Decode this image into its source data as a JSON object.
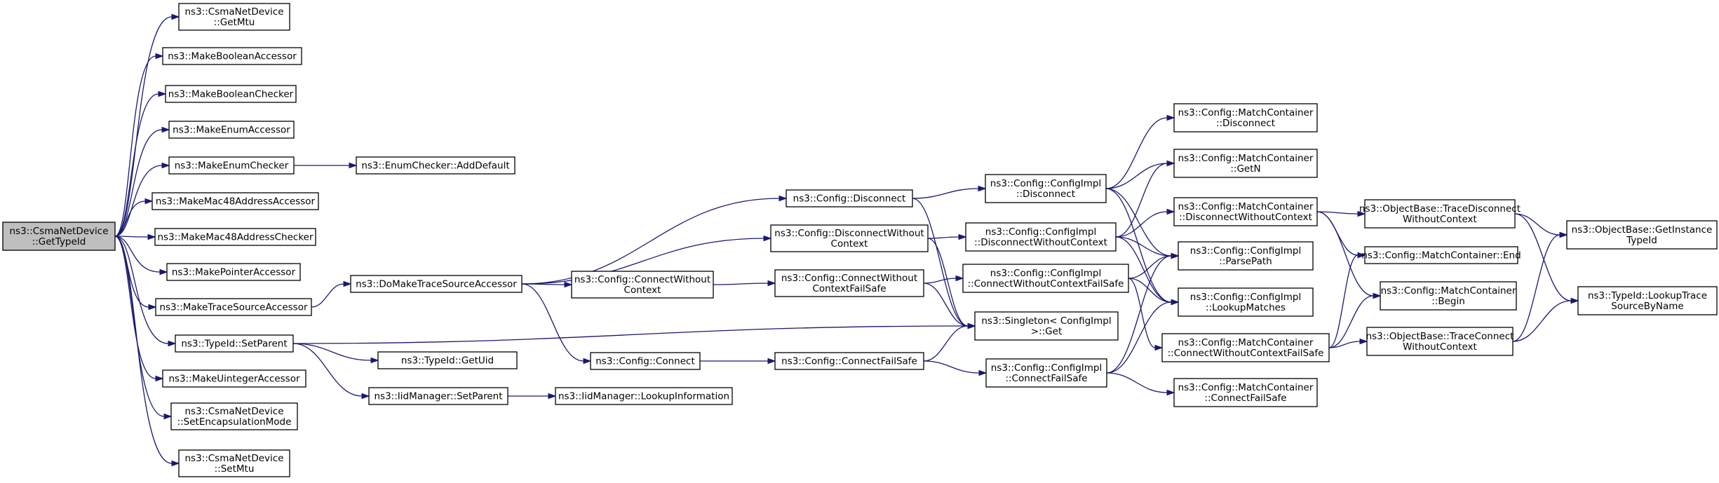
{
  "diagram": {
    "nodes": [
      {
        "id": "root",
        "lines": [
          "ns3::CsmaNetDevice",
          "::GetTypeId"
        ]
      },
      {
        "id": "getmtu",
        "lines": [
          "ns3::CsmaNetDevice",
          "::GetMtu"
        ]
      },
      {
        "id": "boolacc",
        "lines": [
          "ns3::MakeBooleanAccessor"
        ]
      },
      {
        "id": "boolchk",
        "lines": [
          "ns3::MakeBooleanChecker"
        ]
      },
      {
        "id": "enumacc",
        "lines": [
          "ns3::MakeEnumAccessor"
        ]
      },
      {
        "id": "enumchk",
        "lines": [
          "ns3::MakeEnumChecker"
        ]
      },
      {
        "id": "enumadd",
        "lines": [
          "ns3::EnumChecker::AddDefault"
        ]
      },
      {
        "id": "mac48acc",
        "lines": [
          "ns3::MakeMac48AddressAccessor"
        ]
      },
      {
        "id": "mac48chk",
        "lines": [
          "ns3::MakeMac48AddressChecker"
        ]
      },
      {
        "id": "ptracc",
        "lines": [
          "ns3::MakePointerAccessor"
        ]
      },
      {
        "id": "traceacc",
        "lines": [
          "ns3::MakeTraceSourceAccessor"
        ]
      },
      {
        "id": "setparent",
        "lines": [
          "ns3::TypeId::SetParent"
        ]
      },
      {
        "id": "uintacc",
        "lines": [
          "ns3::MakeUintegerAccessor"
        ]
      },
      {
        "id": "setencap",
        "lines": [
          "ns3::CsmaNetDevice",
          "::SetEncapsulationMode"
        ]
      },
      {
        "id": "setmtu",
        "lines": [
          "ns3::CsmaNetDevice",
          "::SetMtu"
        ]
      },
      {
        "id": "domake",
        "lines": [
          "ns3::DoMakeTraceSourceAccessor"
        ]
      },
      {
        "id": "getuid",
        "lines": [
          "ns3::TypeId::GetUid"
        ]
      },
      {
        "id": "iidsetparent",
        "lines": [
          "ns3::IidManager::SetParent"
        ]
      },
      {
        "id": "lookupinfo",
        "lines": [
          "ns3::IidManager::LookupInformation"
        ]
      },
      {
        "id": "cfgdisconnect",
        "lines": [
          "ns3::Config::Disconnect"
        ]
      },
      {
        "id": "cfgdiscwoctx",
        "lines": [
          "ns3::Config::DisconnectWithout",
          "Context"
        ]
      },
      {
        "id": "cfgconnwoctx",
        "lines": [
          "ns3::Config::ConnectWithout",
          "Context"
        ]
      },
      {
        "id": "cfgconnect",
        "lines": [
          "ns3::Config::Connect"
        ]
      },
      {
        "id": "cfgconnwoctxfs",
        "lines": [
          "ns3::Config::ConnectWithout",
          "ContextFailSafe"
        ]
      },
      {
        "id": "cfgconnfs",
        "lines": [
          "ns3::Config::ConnectFailSafe"
        ]
      },
      {
        "id": "implDisconnect",
        "lines": [
          "ns3::Config::ConfigImpl",
          "::Disconnect"
        ]
      },
      {
        "id": "implDiscWoCtx",
        "lines": [
          "ns3::Config::ConfigImpl",
          "::DisconnectWithoutContext"
        ]
      },
      {
        "id": "implConnWoCtxFs",
        "lines": [
          "ns3::Config::ConfigImpl",
          "::ConnectWithoutContextFailSafe"
        ]
      },
      {
        "id": "singleton",
        "lines": [
          "ns3::Singleton< ConfigImpl",
          " >::Get"
        ]
      },
      {
        "id": "implConnFs",
        "lines": [
          "ns3::Config::ConfigImpl",
          "::ConnectFailSafe"
        ]
      },
      {
        "id": "mcDisconnect",
        "lines": [
          "ns3::Config::MatchContainer",
          "::Disconnect"
        ]
      },
      {
        "id": "mcGetN",
        "lines": [
          "ns3::Config::MatchContainer",
          "::GetN"
        ]
      },
      {
        "id": "mcDiscWoCtx",
        "lines": [
          "ns3::Config::MatchContainer",
          "::DisconnectWithoutContext"
        ]
      },
      {
        "id": "parsepath",
        "lines": [
          "ns3::Config::ConfigImpl",
          "::ParsePath"
        ]
      },
      {
        "id": "lookupmatches",
        "lines": [
          "ns3::Config::ConfigImpl",
          "::LookupMatches"
        ]
      },
      {
        "id": "mcConnWoCtxFs",
        "lines": [
          "ns3::Config::MatchContainer",
          "::ConnectWithoutContextFailSafe"
        ]
      },
      {
        "id": "mcConnFs",
        "lines": [
          "ns3::Config::MatchContainer",
          "::ConnectFailSafe"
        ]
      },
      {
        "id": "obTraceDisc",
        "lines": [
          "ns3::ObjectBase::TraceDisconnect",
          "WithoutContext"
        ]
      },
      {
        "id": "mcEnd",
        "lines": [
          "ns3::Config::MatchContainer::End"
        ]
      },
      {
        "id": "mcBegin",
        "lines": [
          "ns3::Config::MatchContainer",
          "::Begin"
        ]
      },
      {
        "id": "obTraceConn",
        "lines": [
          "ns3::ObjectBase::TraceConnect",
          "WithoutContext"
        ]
      },
      {
        "id": "obGetInst",
        "lines": [
          "ns3::ObjectBase::GetInstance",
          "TypeId"
        ]
      },
      {
        "id": "lookupTrace",
        "lines": [
          "ns3::TypeId::LookupTrace",
          "SourceByName"
        ]
      }
    ],
    "edges": [
      [
        "root",
        "getmtu"
      ],
      [
        "root",
        "boolacc"
      ],
      [
        "root",
        "boolchk"
      ],
      [
        "root",
        "enumacc"
      ],
      [
        "root",
        "enumchk"
      ],
      [
        "root",
        "mac48acc"
      ],
      [
        "root",
        "mac48chk"
      ],
      [
        "root",
        "ptracc"
      ],
      [
        "root",
        "traceacc"
      ],
      [
        "root",
        "setparent"
      ],
      [
        "root",
        "uintacc"
      ],
      [
        "root",
        "setencap"
      ],
      [
        "root",
        "setmtu"
      ],
      [
        "enumchk",
        "enumadd"
      ],
      [
        "traceacc",
        "domake"
      ],
      [
        "setparent",
        "getuid"
      ],
      [
        "setparent",
        "iidsetparent"
      ],
      [
        "setparent",
        "singleton"
      ],
      [
        "iidsetparent",
        "lookupinfo"
      ],
      [
        "domake",
        "cfgdisconnect"
      ],
      [
        "domake",
        "cfgdiscwoctx"
      ],
      [
        "domake",
        "cfgconnwoctx"
      ],
      [
        "domake",
        "cfgconnect"
      ],
      [
        "cfgdisconnect",
        "implDisconnect"
      ],
      [
        "cfgdisconnect",
        "singleton"
      ],
      [
        "cfgdiscwoctx",
        "implDiscWoCtx"
      ],
      [
        "cfgdiscwoctx",
        "singleton"
      ],
      [
        "cfgconnwoctx",
        "cfgconnwoctxfs"
      ],
      [
        "cfgconnect",
        "cfgconnfs"
      ],
      [
        "cfgconnwoctxfs",
        "implConnWoCtxFs"
      ],
      [
        "cfgconnwoctxfs",
        "singleton"
      ],
      [
        "cfgconnfs",
        "implConnFs"
      ],
      [
        "cfgconnfs",
        "singleton"
      ],
      [
        "implDisconnect",
        "mcDisconnect"
      ],
      [
        "implDisconnect",
        "mcGetN"
      ],
      [
        "implDisconnect",
        "parsepath"
      ],
      [
        "implDisconnect",
        "lookupmatches"
      ],
      [
        "implDiscWoCtx",
        "mcDiscWoCtx"
      ],
      [
        "implDiscWoCtx",
        "mcGetN"
      ],
      [
        "implDiscWoCtx",
        "parsepath"
      ],
      [
        "implDiscWoCtx",
        "lookupmatches"
      ],
      [
        "implConnWoCtxFs",
        "parsepath"
      ],
      [
        "implConnWoCtxFs",
        "lookupmatches"
      ],
      [
        "implConnWoCtxFs",
        "mcConnWoCtxFs"
      ],
      [
        "implConnFs",
        "parsepath"
      ],
      [
        "implConnFs",
        "lookupmatches"
      ],
      [
        "implConnFs",
        "mcConnFs"
      ],
      [
        "mcDiscWoCtx",
        "obTraceDisc"
      ],
      [
        "mcDiscWoCtx",
        "mcEnd"
      ],
      [
        "mcDiscWoCtx",
        "mcBegin"
      ],
      [
        "mcConnWoCtxFs",
        "mcEnd"
      ],
      [
        "mcConnWoCtxFs",
        "mcBegin"
      ],
      [
        "mcConnWoCtxFs",
        "obTraceConn"
      ],
      [
        "obTraceDisc",
        "obGetInst"
      ],
      [
        "obTraceDisc",
        "lookupTrace"
      ],
      [
        "obTraceConn",
        "obGetInst"
      ],
      [
        "obTraceConn",
        "lookupTrace"
      ]
    ]
  }
}
